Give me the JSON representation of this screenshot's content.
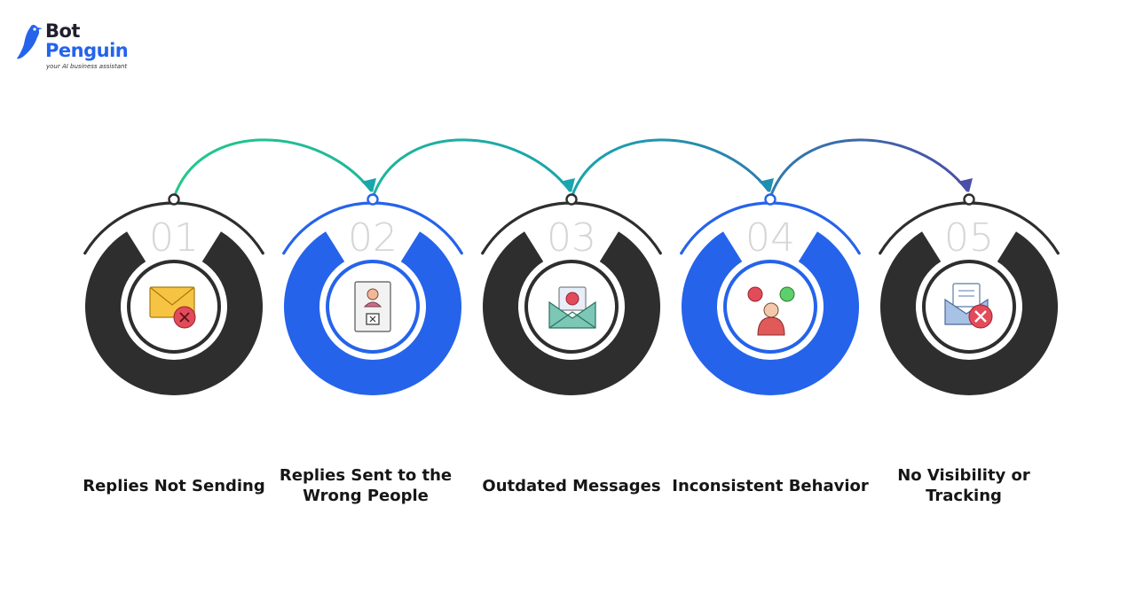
{
  "brand": {
    "name_line1": "Bot",
    "name_line2": "Penguin",
    "tagline": "your AI business assistant",
    "logo_icon": "penguin-icon"
  },
  "colors": {
    "dark": "#2e2e2e",
    "blue": "#2563eb",
    "number": "#d6d6d6",
    "arrow_start": "#22c98a",
    "arrow_end": "#4c4fa8"
  },
  "steps": [
    {
      "number": "01",
      "label_lines": [
        "Replies Not Sending"
      ],
      "icon": "envelope-error-icon",
      "theme": "dark"
    },
    {
      "number": "02",
      "label_lines": [
        "Replies Sent to the",
        "Wrong People"
      ],
      "icon": "wrong-recipient-document-icon",
      "theme": "blue"
    },
    {
      "number": "03",
      "label_lines": [
        "Outdated Messages"
      ],
      "icon": "open-envelope-error-icon",
      "theme": "dark"
    },
    {
      "number": "04",
      "label_lines": [
        "Inconsistent Behavior"
      ],
      "icon": "mixed-emotions-person-icon",
      "theme": "blue"
    },
    {
      "number": "05",
      "label_lines": [
        "No Visibility or",
        "Tracking"
      ],
      "icon": "envelope-no-tracking-icon",
      "theme": "dark"
    }
  ]
}
